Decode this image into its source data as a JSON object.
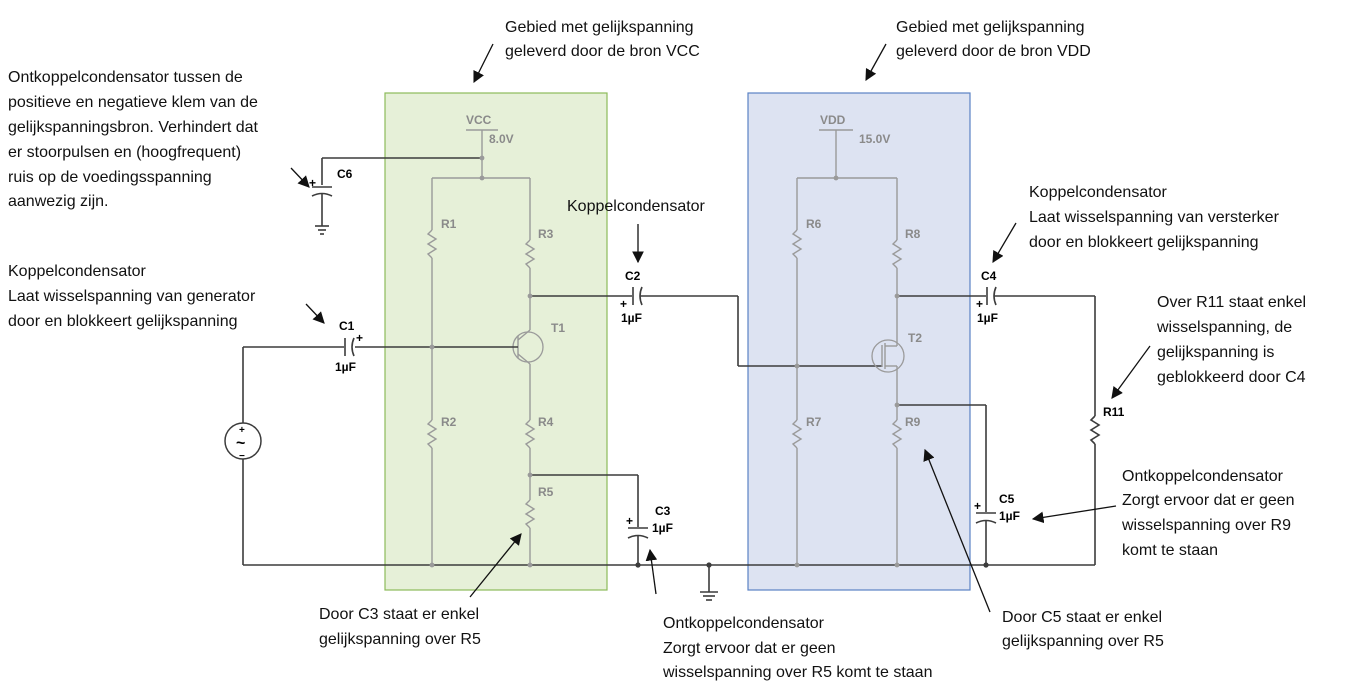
{
  "annotations": {
    "area_vcc": [
      "Gebied met gelijkspanning",
      "geleverd door de bron VCC"
    ],
    "area_vdd": [
      "Gebied met gelijkspanning",
      "geleverd door de bron VDD"
    ],
    "c6_note": [
      "Ontkoppelcondensator tussen de",
      "positieve en negatieve klem van de",
      "gelijkspanningsbron.  Verhindert dat",
      "er stoorpulsen en (hoogfrequent)",
      "ruis op de voedingsspanning",
      "aanwezig zijn."
    ],
    "c2_note": [
      "Koppelcondensator"
    ],
    "c4_note": [
      "Koppelcondensator",
      "Laat wisselspanning van versterker",
      "door en blokkeert gelijkspanning"
    ],
    "c1_note": [
      "Koppelcondensator",
      "Laat wisselspanning van generator",
      "door en blokkeert gelijkspanning"
    ],
    "r11_note": [
      "Over R11 staat enkel",
      "wisselspanning, de",
      "gelijkspanning is",
      "geblokkeerd door C4"
    ],
    "c5_note": [
      "Ontkoppelcondensator",
      "Zorgt ervoor dat er geen",
      "wisselspanning over R9",
      "komt te staan"
    ],
    "r5_note": [
      "Door C3 staat er enkel",
      "gelijkspanning over R5"
    ],
    "c3_note": [
      "Ontkoppelcondensator",
      "Zorgt ervoor dat er geen",
      "wisselspanning over R5 komt te staan"
    ],
    "c5_r9_note": [
      "Door C5 staat er enkel",
      "gelijkspanning over R5"
    ]
  },
  "components": {
    "vcc_name": "VCC",
    "vcc_value": "8.0V",
    "vdd_name": "VDD",
    "vdd_value": "15.0V",
    "r1": "R1",
    "r2": "R2",
    "r3": "R3",
    "r4": "R4",
    "r5": "R5",
    "r6": "R6",
    "r7": "R7",
    "r8": "R8",
    "r9": "R9",
    "r11": "R11",
    "t1": "T1",
    "t2": "T2",
    "c1": "C1",
    "c1_val": "1µF",
    "c2": "C2",
    "c2_val": "1µF",
    "c3": "C3",
    "c3_val": "1µF",
    "c4": "C4",
    "c4_val": "1µF",
    "c5": "C5",
    "c5_val": "1µF",
    "c6": "C6",
    "plus": "+",
    "minus": "−",
    "tilde": "~"
  },
  "colors": {
    "vcc_area_fill": "#e6f0d8",
    "vcc_area_stroke": "#8dbb5a",
    "vdd_area_fill": "#dde3f2",
    "vdd_area_stroke": "#5a82c4"
  }
}
